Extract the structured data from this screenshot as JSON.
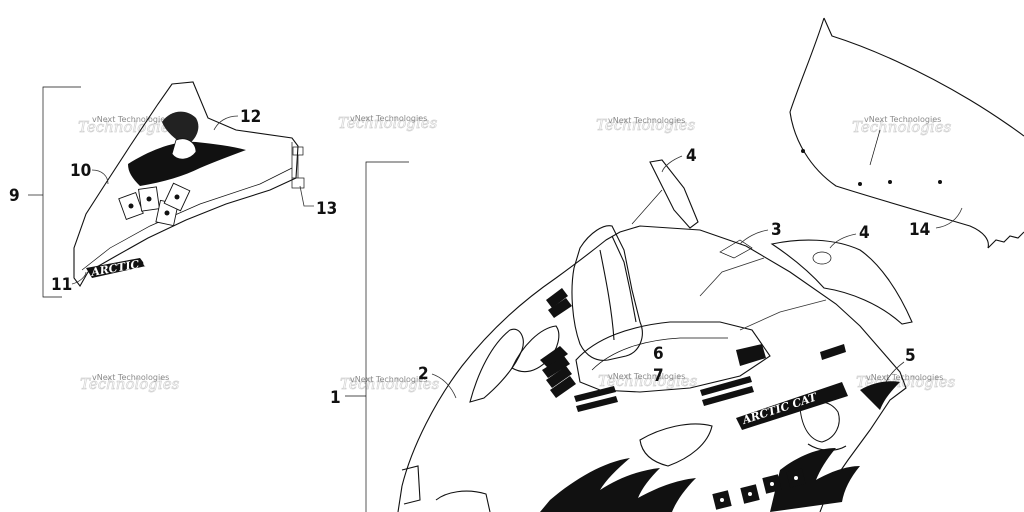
{
  "watermark": {
    "text": "vNext Technologies",
    "ghost": "Technologies"
  },
  "callouts": {
    "c1": "1",
    "c2": "2",
    "c3": "3",
    "c4a": "4",
    "c4b": "4",
    "c5": "5",
    "c6": "6",
    "c7": "7",
    "c9": "9",
    "c10": "10",
    "c11": "11",
    "c12": "12",
    "c13": "13",
    "c14": "14"
  },
  "decals": {
    "brand_small": "ARCTIC CAT",
    "brand_large": "ARCTIC CAT"
  },
  "colors": {
    "line": "#111111",
    "watermark": "#8a8a8a",
    "background": "#ffffff"
  }
}
